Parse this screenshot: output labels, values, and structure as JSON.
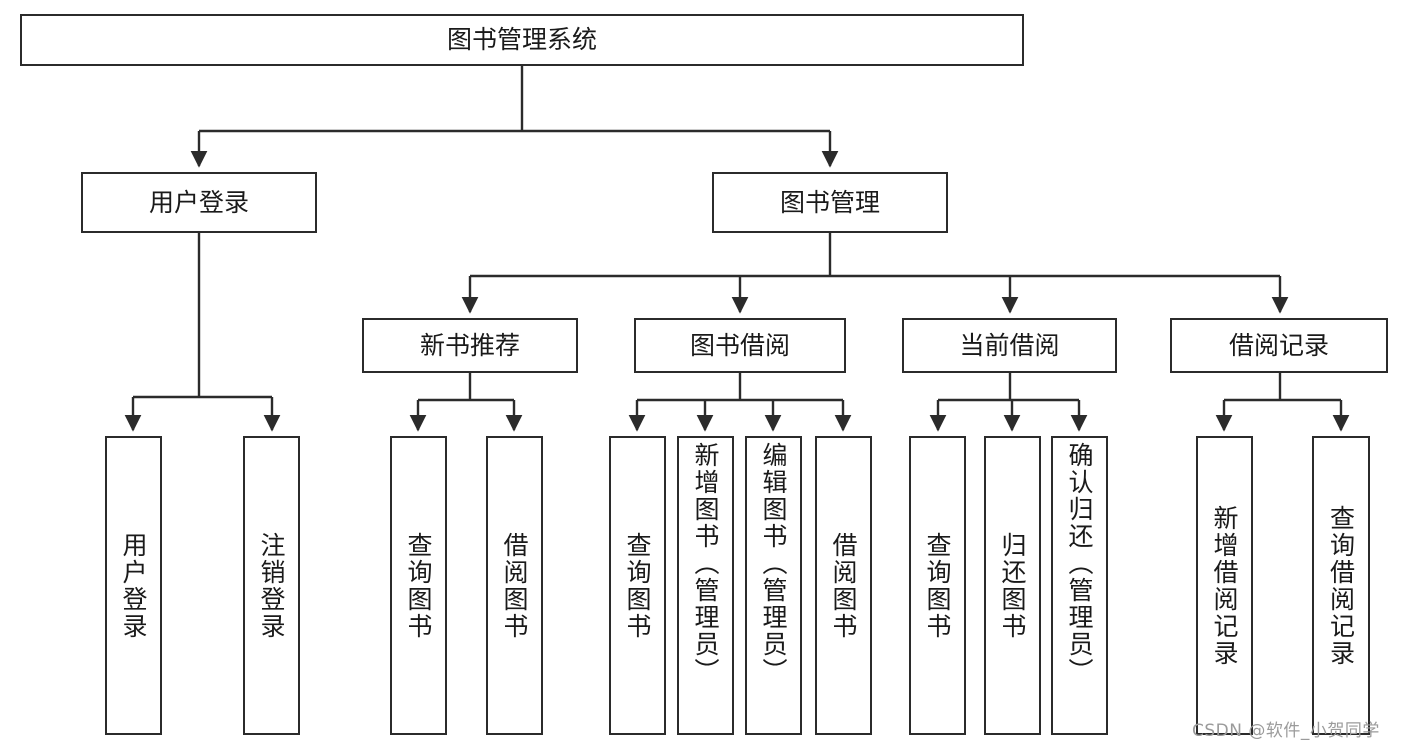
{
  "diagram": {
    "title": "图书管理系统",
    "type": "hierarchy-tree",
    "root": {
      "id": "root",
      "label": "图书管理系统"
    },
    "level2": [
      {
        "id": "user-login",
        "label": "用户登录"
      },
      {
        "id": "book-manage",
        "label": "图书管理"
      }
    ],
    "level3": [
      {
        "id": "new-book-recommend",
        "label": "新书推荐",
        "parent": "book-manage"
      },
      {
        "id": "book-borrow",
        "label": "图书借阅",
        "parent": "book-manage"
      },
      {
        "id": "current-borrow",
        "label": "当前借阅",
        "parent": "book-manage"
      },
      {
        "id": "borrow-record",
        "label": "借阅记录",
        "parent": "book-manage"
      }
    ],
    "leaves": [
      {
        "id": "leaf-user-login",
        "label": "用户登录",
        "parent": "user-login"
      },
      {
        "id": "leaf-logout",
        "label": "注销登录",
        "parent": "user-login"
      },
      {
        "id": "leaf-query-book-1",
        "label": "查询图书",
        "parent": "new-book-recommend"
      },
      {
        "id": "leaf-borrow-book-1",
        "label": "借阅图书",
        "parent": "new-book-recommend"
      },
      {
        "id": "leaf-query-book-2",
        "label": "查询图书",
        "parent": "book-borrow"
      },
      {
        "id": "leaf-add-book",
        "label": "新增图书（管理员）",
        "parent": "book-borrow"
      },
      {
        "id": "leaf-edit-book",
        "label": "编辑图书（管理员）",
        "parent": "book-borrow"
      },
      {
        "id": "leaf-borrow-book-2",
        "label": "借阅图书",
        "parent": "book-borrow"
      },
      {
        "id": "leaf-query-book-3",
        "label": "查询图书",
        "parent": "current-borrow"
      },
      {
        "id": "leaf-return-book",
        "label": "归还图书",
        "parent": "current-borrow"
      },
      {
        "id": "leaf-confirm-return",
        "label": "确认归还（管理员）",
        "parent": "current-borrow"
      },
      {
        "id": "leaf-add-record",
        "label": "新增借阅记录",
        "parent": "borrow-record"
      },
      {
        "id": "leaf-query-record",
        "label": "查询借阅记录",
        "parent": "borrow-record"
      }
    ],
    "watermark": "CSDN @软件_小贺同学",
    "colors": {
      "stroke": "#2b2b2b",
      "text": "#1a1a1a",
      "background": "#ffffff",
      "watermark": "#9b9b9b"
    }
  }
}
